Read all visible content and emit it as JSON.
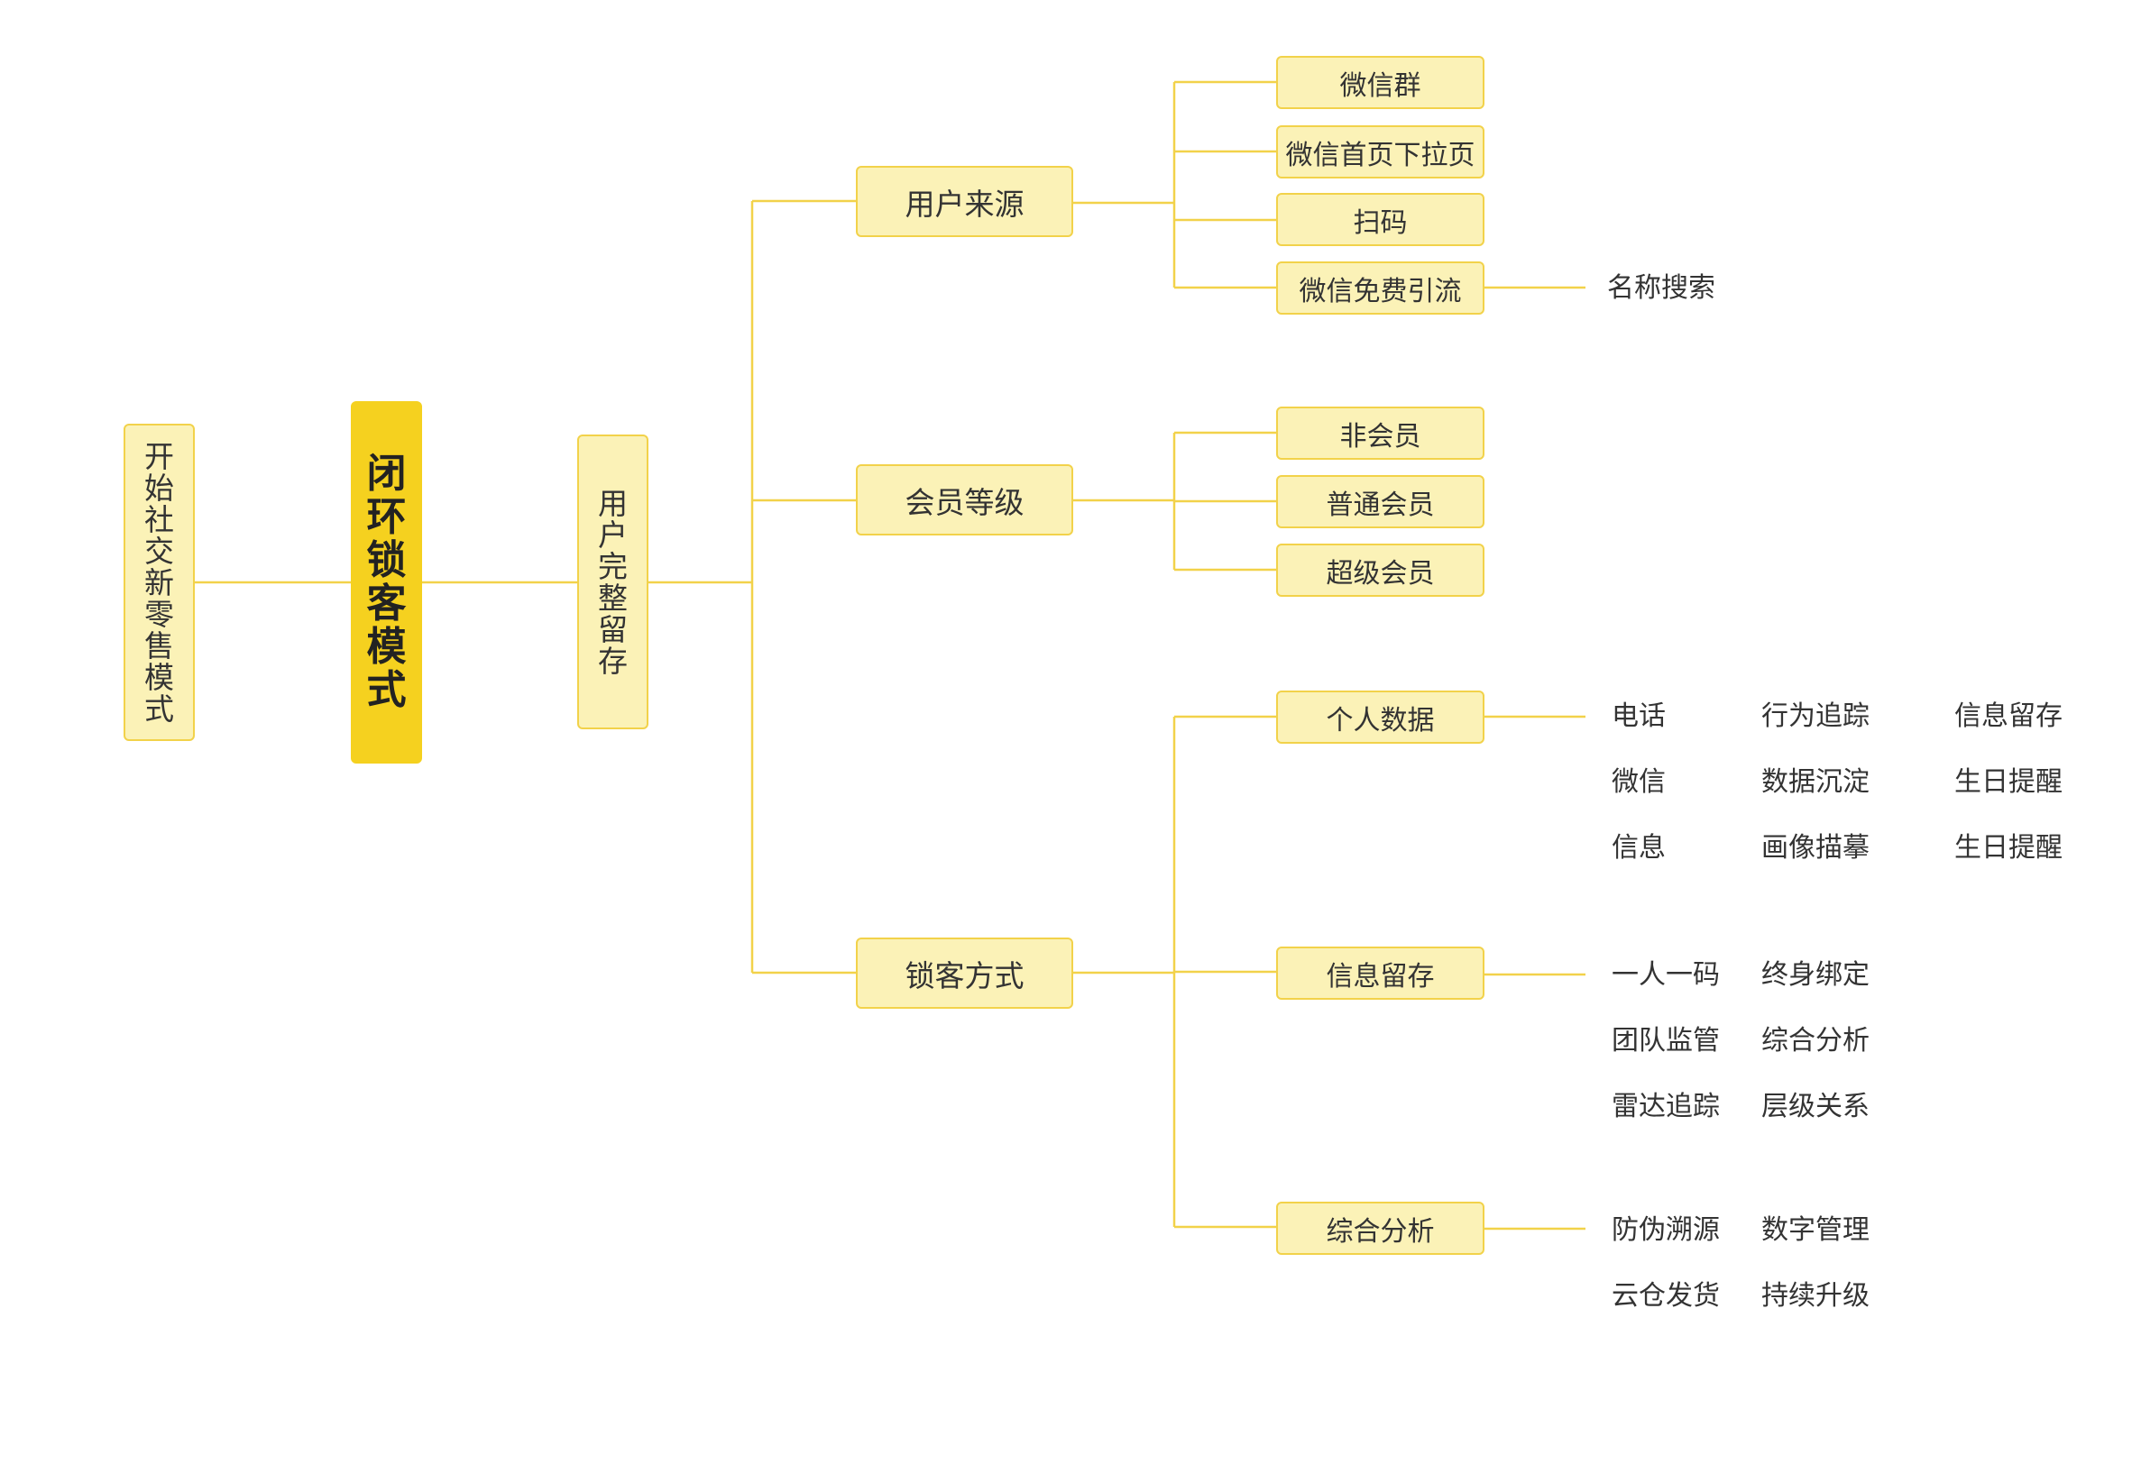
{
  "colors": {
    "line": "#f2d24a",
    "node_fill": "#fbf2b7",
    "node_border": "#f2d24a",
    "root_fill": "#f5d11f",
    "text": "#333333"
  },
  "mindmap": {
    "start": "开始社交新零售模式",
    "root": "闭环锁客模式",
    "stage": "用户完整留存",
    "branches": [
      {
        "label": "用户来源",
        "children": [
          {
            "label": "微信群"
          },
          {
            "label": "微信首页下拉页"
          },
          {
            "label": "扫码"
          },
          {
            "label": "微信免费引流",
            "note": "名称搜索"
          }
        ]
      },
      {
        "label": "会员等级",
        "children": [
          {
            "label": "非会员"
          },
          {
            "label": "普通会员"
          },
          {
            "label": "超级会员"
          }
        ]
      },
      {
        "label": "锁客方式",
        "children": [
          {
            "label": "个人数据",
            "items": [
              [
                "电话",
                "行为追踪",
                "信息留存"
              ],
              [
                "微信",
                "数据沉淀",
                "生日提醒"
              ],
              [
                "信息",
                "画像描摹",
                "生日提醒"
              ]
            ]
          },
          {
            "label": "信息留存",
            "items": [
              [
                "一人一码",
                "终身绑定"
              ],
              [
                "团队监管",
                "综合分析"
              ],
              [
                "雷达追踪",
                "层级关系"
              ]
            ]
          },
          {
            "label": "综合分析",
            "items": [
              [
                "防伪溯源",
                "数字管理"
              ],
              [
                "云仓发货",
                "持续升级"
              ]
            ]
          }
        ]
      }
    ]
  }
}
